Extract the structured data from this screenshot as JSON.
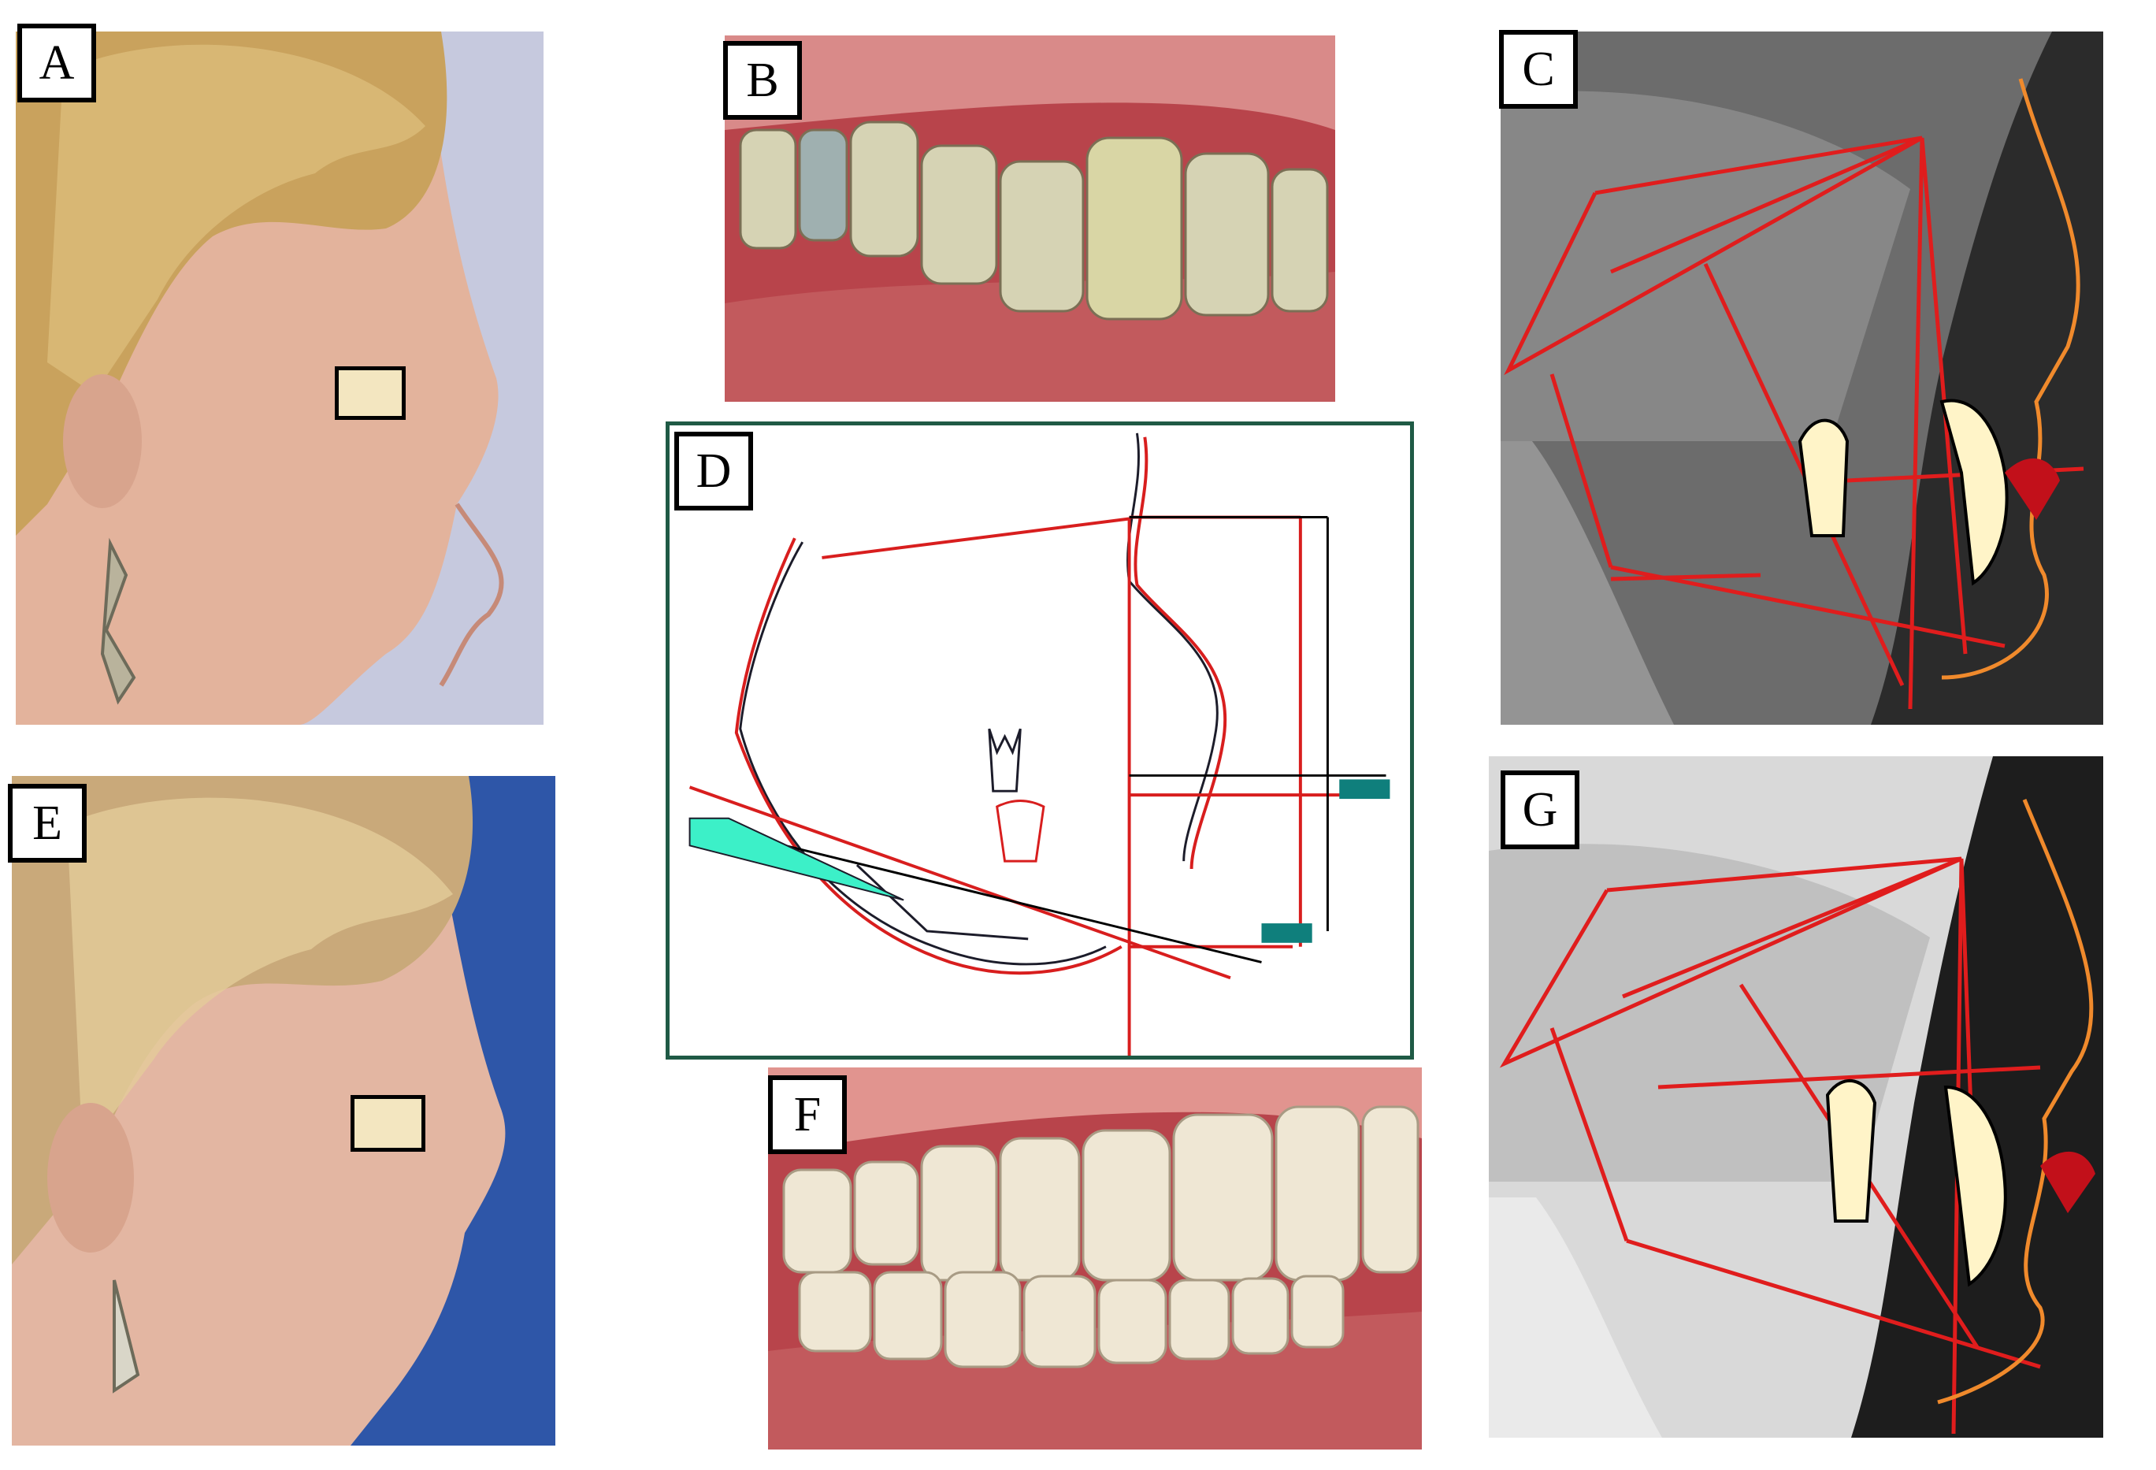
{
  "panels": [
    {
      "id": "A",
      "label": "A",
      "kind": "profile-photo",
      "content": "profile-before"
    },
    {
      "id": "B",
      "label": "B",
      "kind": "intraoral-photo",
      "content": "teeth-before"
    },
    {
      "id": "C",
      "label": "C",
      "kind": "cephalometric-xray",
      "content": "ceph-before"
    },
    {
      "id": "D",
      "label": "D",
      "kind": "tracing-superimposition",
      "content": "tracing"
    },
    {
      "id": "E",
      "label": "E",
      "kind": "profile-photo",
      "content": "profile-after"
    },
    {
      "id": "F",
      "label": "F",
      "kind": "intraoral-photo",
      "content": "teeth-after"
    },
    {
      "id": "G",
      "label": "G",
      "kind": "cephalometric-xray",
      "content": "ceph-after"
    }
  ],
  "colors": {
    "tracing_line": "#d81e1e",
    "soft_tissue_line": "#f08a2c",
    "pre_tracing": "#1c1c2a",
    "wedge_fill": "#3cf0c8",
    "marker_bar": "#0f7f7c",
    "frame": "#1f5a45",
    "eye_mask": "#f3e6c0"
  }
}
